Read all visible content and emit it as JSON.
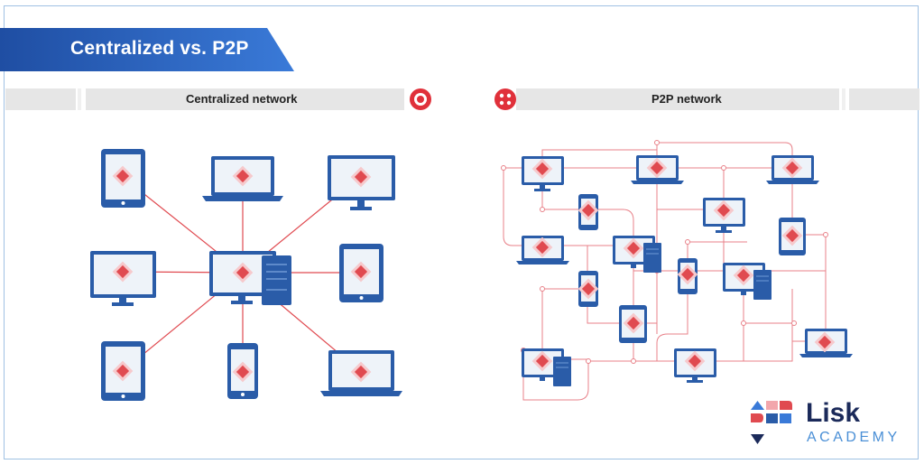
{
  "title": "Centralized vs. P2P",
  "sections": {
    "centralized": {
      "label": "Centralized network"
    },
    "p2p": {
      "label": "P2P network"
    }
  },
  "brand": {
    "name": "Lisk",
    "sub": "ACADEMY"
  },
  "colors": {
    "device_blue": "#2a5ca8",
    "connection_red": "#e04a50",
    "banner_blue": "#2b63bd",
    "bar_gray": "#e6e6e6"
  },
  "icons": [
    "centralized-icon",
    "p2p-icon",
    "lisk-logo-icon"
  ]
}
